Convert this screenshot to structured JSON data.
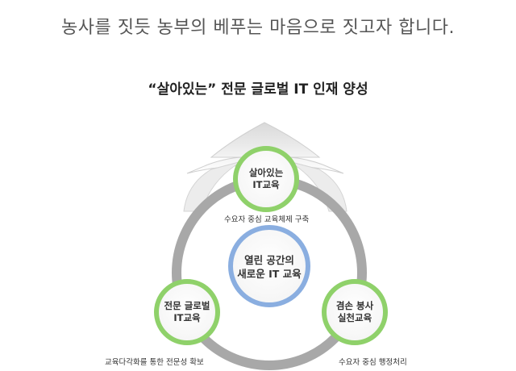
{
  "headline": "농사를 짓듯 농부의 베푸는 마음으로 짓고자 합니다.",
  "subheadline": "“살아있는” 전문 글로벌 IT 인재 양성",
  "center": {
    "line1": "열린 공간의",
    "line2": "새로운 IT 교육"
  },
  "nodes": {
    "top": {
      "line1": "살아있는",
      "line2": "IT교육",
      "caption": "수요자 중심 교육체제 구축"
    },
    "left": {
      "line1": "전문 글로벌",
      "line2": "IT교육",
      "caption": "교육다각화를 통한 전문성 확보"
    },
    "right": {
      "line1": "겸손 봉사",
      "line2": "실천교육",
      "caption": "수요자 중심 행정처리"
    }
  },
  "colors": {
    "node_ring": "#8fd16a",
    "center_ring": "#8aaee0",
    "orbit": "#a8a8a8"
  }
}
